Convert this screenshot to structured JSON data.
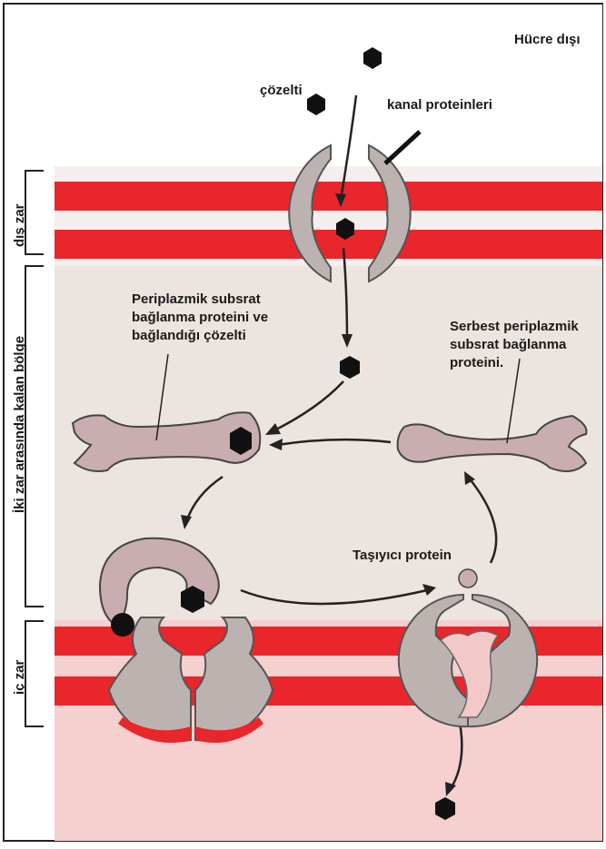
{
  "labels": {
    "extracellular": "Hücre dışı",
    "solute": "çözelti",
    "channel_proteins": "kanal proteinleri",
    "bound_protein": [
      "Periplazmik subsrat",
      "bağlanma proteini ve",
      "bağlandığı çözelti"
    ],
    "free_protein": [
      "Serbest periplazmik",
      "subsrat bağlanma",
      "proteini."
    ],
    "carrier_protein": "Taşıyıcı protein"
  },
  "side_labels": {
    "outer_membrane": "dış zar",
    "periplasm": "İki zar arasında kalan bölge",
    "inner_membrane": "iç zar"
  },
  "colors": {
    "membrane_red": "#e8262b",
    "periplasm_bg": "#ebe4df",
    "cytoplasm_bg": "#f6cfcf",
    "protein_gray": "#bcb3b1",
    "protein_pink": "#d9b1b1",
    "solute": "#111111"
  }
}
